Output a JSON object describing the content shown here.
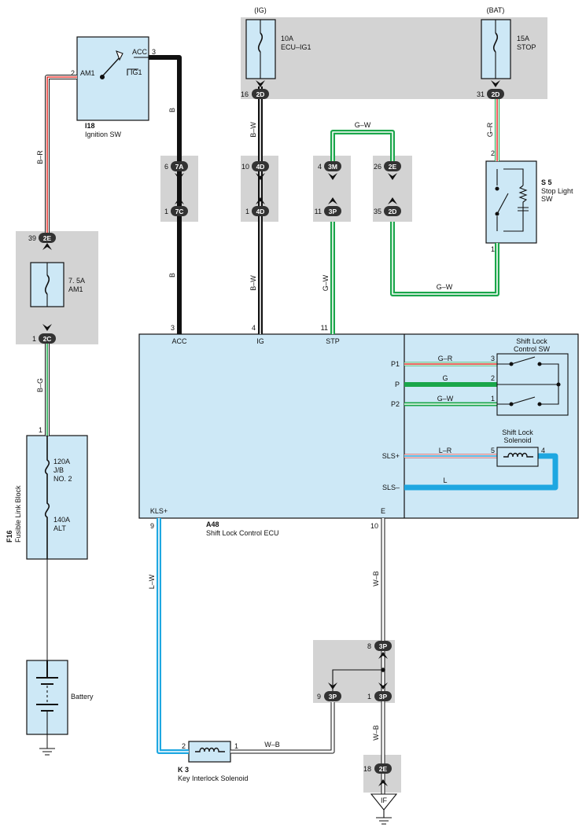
{
  "labels": {
    "ig_top": "(IG)",
    "bat_top": "(BAT)",
    "fuse_ecu_amp": "10A",
    "fuse_ecu_name": "ECU–IG1",
    "fuse_stop_amp": "15A",
    "fuse_stop_name": "STOP",
    "ign_code": "I18",
    "ign_name": "Ignition SW",
    "ign_am1": "AM1",
    "ign_acc": "ACC",
    "ign_ig1": "IG1",
    "fuse_am1_amp": "7. 5A",
    "fuse_am1_name": "AM1",
    "stop_code": "S 5",
    "stop_name1": "Stop Light",
    "stop_name2": "SW",
    "fl_code": "F16",
    "fl_name": "Fusible Link Block",
    "fl_120": "120A",
    "fl_jb": "J/B",
    "fl_no2": "NO. 2",
    "fl_140": "140A",
    "fl_alt": "ALT",
    "battery": "Battery",
    "ecu_code": "A48",
    "ecu_name": "Shift Lock Control ECU",
    "ecu_acc": "ACC",
    "ecu_ig": "IG",
    "ecu_stp": "STP",
    "ecu_kls": "KLS+",
    "ecu_e": "E",
    "ecu_p1": "P1",
    "ecu_p": "P",
    "ecu_p2": "P2",
    "ecu_sls_p": "SLS+",
    "ecu_sls_m": "SLS–",
    "slsw_1": "Shift Lock",
    "slsw_2": "Control SW",
    "sol_1": "Shift Lock",
    "sol_2": "Solenoid",
    "k3_code": "K 3",
    "k3_name": "Key Interlock Solenoid",
    "ground_if": "IF"
  },
  "wires": {
    "b_r": "B–R",
    "b": "B",
    "b_w": "B–W",
    "g_w": "G–W",
    "g_r": "G–R",
    "g": "G",
    "l_r": "L–R",
    "l": "L",
    "b_g": "B–G",
    "l_w": "L–W",
    "w_b": "W–B"
  },
  "connectors": {
    "c2D": "2D",
    "c7A": "7A",
    "c7C": "7C",
    "c4D": "4D",
    "c3M": "3M",
    "c3P": "3P",
    "c2E": "2E",
    "c2C": "2C"
  },
  "pins": {
    "p2": "2",
    "p3": "3",
    "p16": "16",
    "p31": "31",
    "p6": "6",
    "p1": "1",
    "p10": "10",
    "p4": "4",
    "p11": "11",
    "p26": "26",
    "p35": "35",
    "p39": "39",
    "p5": "5",
    "p9": "9",
    "p8": "8",
    "p18": "18"
  },
  "colors": {
    "shade": "#d3d3d3",
    "component_fill": "#cde8f6",
    "black_wire": "#111111",
    "red": "#e0342f",
    "green": "#1aa64a",
    "blue": "#1ea7e1",
    "pill": "#333333"
  }
}
